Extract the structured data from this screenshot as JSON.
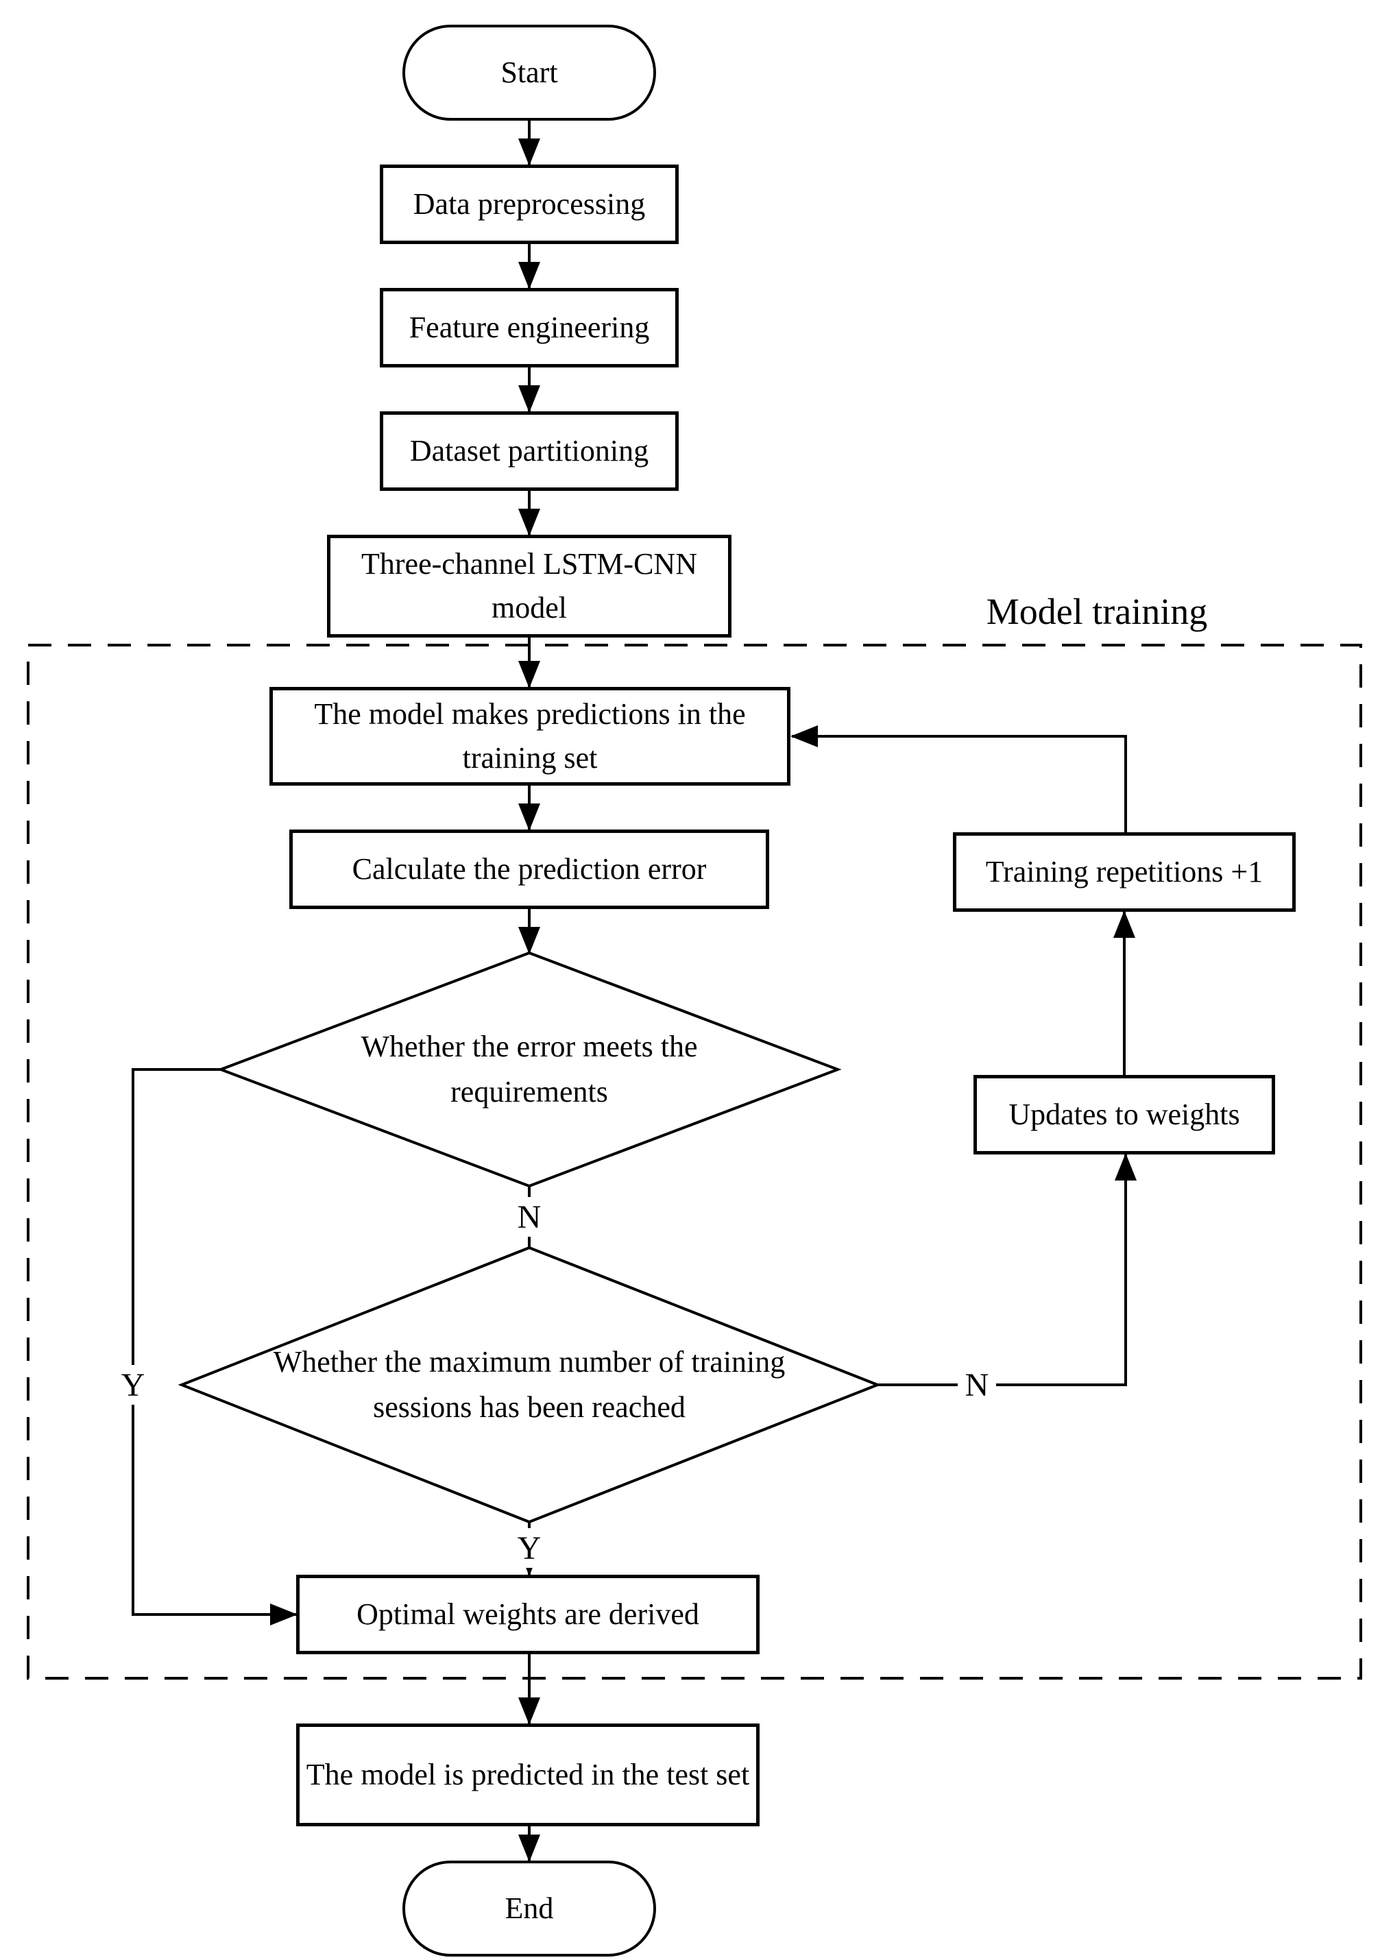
{
  "diagram": {
    "title_region": {
      "label": "Model training"
    },
    "colors": {
      "ink": "#000000",
      "background": "#ffffff"
    },
    "nodes": {
      "start": {
        "type": "terminator",
        "label": "Start"
      },
      "data_preprocessing": {
        "type": "process",
        "label": "Data preprocessing"
      },
      "feature_engineering": {
        "type": "process",
        "label": "Feature engineering"
      },
      "dataset_partitioning": {
        "type": "process",
        "label": "Dataset partitioning"
      },
      "three_channel_model": {
        "type": "process",
        "label": "Three-channel LSTM-CNN model"
      },
      "train_predictions": {
        "type": "process",
        "label": "The model makes predictions in the training set"
      },
      "calc_error": {
        "type": "process",
        "label": "Calculate the prediction error"
      },
      "error_check": {
        "type": "decision",
        "label": "Whether the error meets the requirements"
      },
      "max_sessions_check": {
        "type": "decision",
        "label": "Whether the maximum number of training sessions has been reached"
      },
      "training_repetitions": {
        "type": "process",
        "label": "Training repetitions +1"
      },
      "update_weights": {
        "type": "process",
        "label": "Updates to weights"
      },
      "optimal_weights": {
        "type": "process",
        "label": "Optimal weights are derived"
      },
      "test_prediction": {
        "type": "process",
        "label": "The model is predicted in the test set"
      },
      "end": {
        "type": "terminator",
        "label": "End"
      }
    },
    "edge_labels": {
      "error_no": "N",
      "error_yes": "Y",
      "max_no": "N",
      "max_yes": "Y"
    }
  }
}
